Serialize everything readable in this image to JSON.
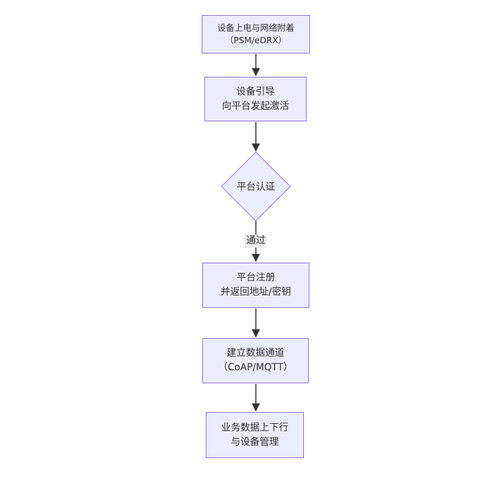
{
  "diagram": {
    "type": "flowchart-vertical",
    "nodes": [
      {
        "id": "power-attach",
        "shape": "rect",
        "lines": [
          "设备上电与网络附着",
          "（PSM/eDRX）"
        ]
      },
      {
        "id": "bootstrap",
        "shape": "rect",
        "lines": [
          "设备引导",
          "向平台发起激活"
        ]
      },
      {
        "id": "platform-auth",
        "shape": "diamond",
        "lines": [
          "平台认证"
        ]
      },
      {
        "id": "platform-register",
        "shape": "rect",
        "lines": [
          "平台注册",
          "并返回地址/密钥"
        ]
      },
      {
        "id": "data-channel",
        "shape": "rect",
        "lines": [
          "建立数据通道",
          "（CoAP/MQTT）"
        ]
      },
      {
        "id": "business-data",
        "shape": "rect",
        "lines": [
          "业务数据上下行",
          "与设备管理"
        ]
      }
    ],
    "edges": [
      {
        "from": "power-attach",
        "to": "bootstrap",
        "label": ""
      },
      {
        "from": "bootstrap",
        "to": "platform-auth",
        "label": ""
      },
      {
        "from": "platform-auth",
        "to": "platform-register",
        "label": "通过"
      },
      {
        "from": "platform-register",
        "to": "data-channel",
        "label": ""
      },
      {
        "from": "data-channel",
        "to": "business-data",
        "label": ""
      }
    ],
    "colors": {
      "node_fill": "#ECECFF",
      "node_border": "#9370DB",
      "arrow": "#333333",
      "edge_label_bg": "#e8e8e8",
      "text": "#333333",
      "background": "#ffffff"
    }
  }
}
